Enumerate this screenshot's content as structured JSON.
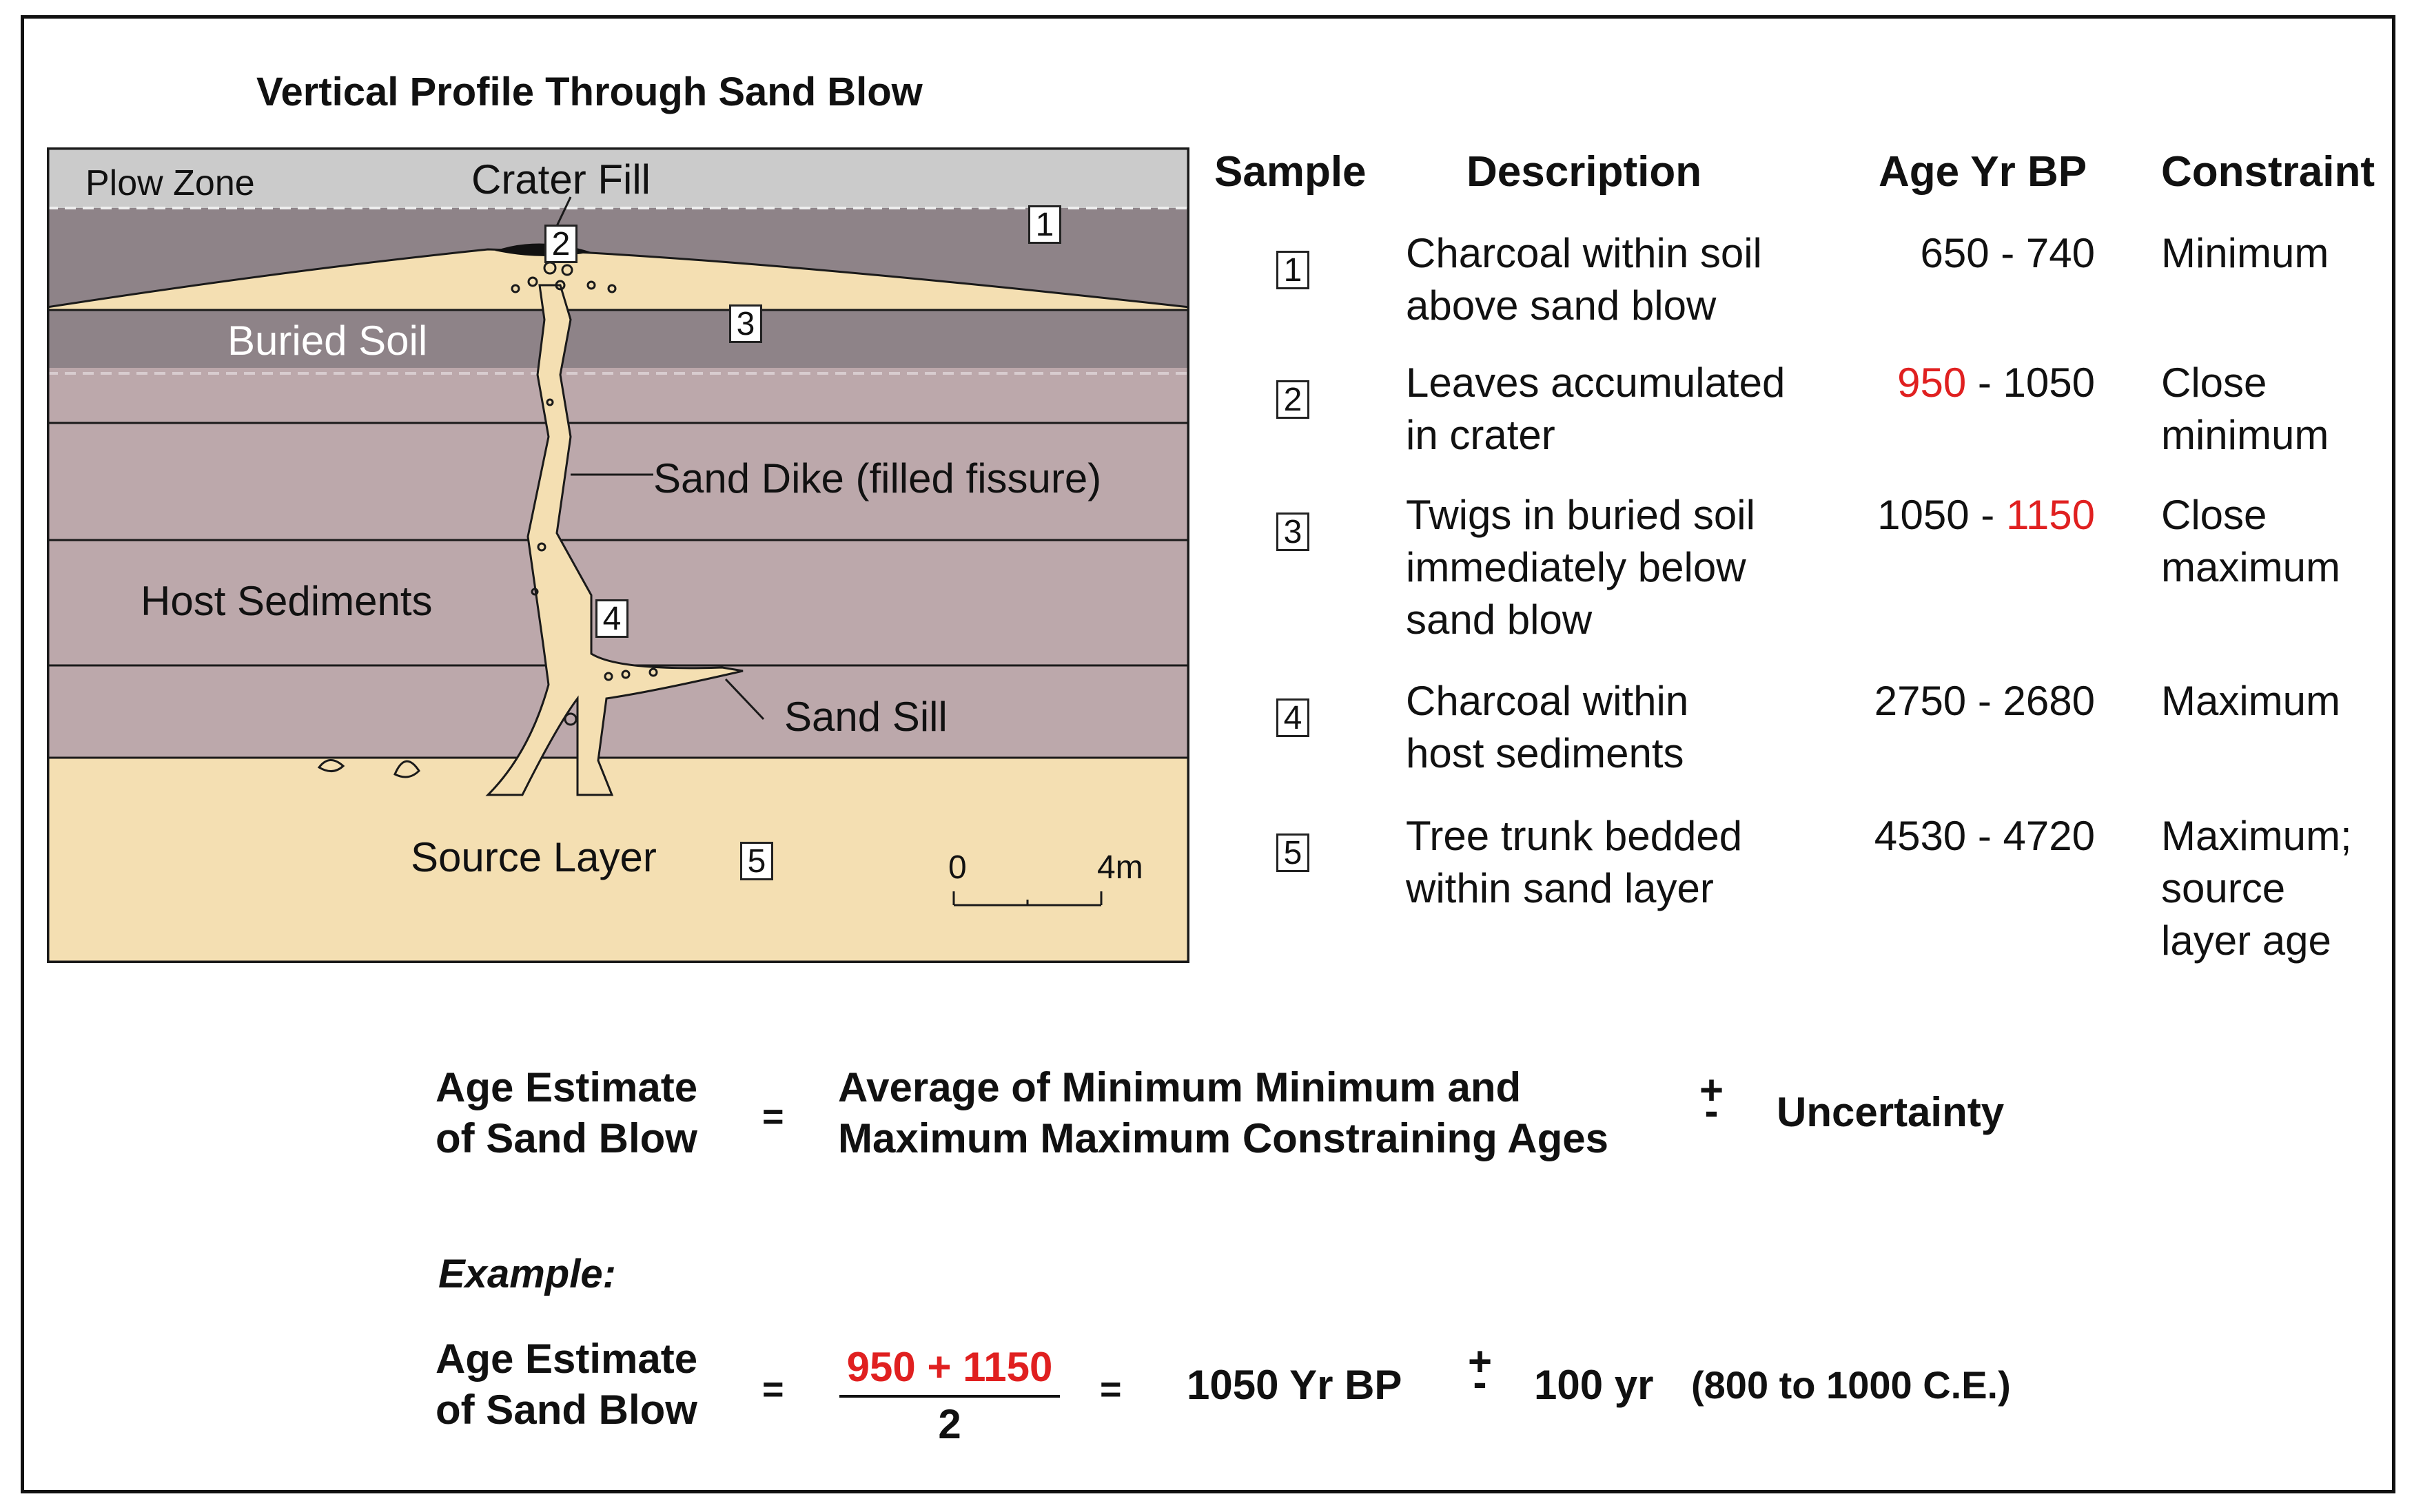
{
  "title": "Vertical Profile Through Sand Blow",
  "diagram": {
    "labels": {
      "plow_zone": "Plow Zone",
      "crater_fill": "Crater Fill",
      "buried_soil": "Buried  Soil",
      "sand_dike": "Sand Dike (filled fissure)",
      "host_sediments": "Host Sediments",
      "sand_sill": "Sand Sill",
      "source_layer": "Source Layer"
    },
    "sample_markers": [
      "1",
      "2",
      "3",
      "4",
      "5"
    ],
    "scale": {
      "start": "0",
      "end": "4m"
    },
    "colors": {
      "plow_zone": "#cbcbcb",
      "buried_soil": "#8e8388",
      "host_sediments": "#bca8ab",
      "sand": "#f4dfb2",
      "outline": "#1a1a1a"
    }
  },
  "table": {
    "headers": [
      "Sample",
      "Description",
      "Age Yr BP",
      "Constraint"
    ],
    "rows": [
      {
        "sample": "1",
        "description": [
          "Charcoal within soil",
          "above sand blow"
        ],
        "age_low": "650",
        "age_sep": " - ",
        "age_high": "740",
        "age_highlight": "none",
        "constraint": [
          "Minimum"
        ]
      },
      {
        "sample": "2",
        "description": [
          "Leaves accumulated",
          "in crater"
        ],
        "age_low": "950",
        "age_sep": " - ",
        "age_high": "1050",
        "age_highlight": "low",
        "constraint": [
          "Close",
          "minimum"
        ]
      },
      {
        "sample": "3",
        "description": [
          "Twigs in buried soil",
          "immediately below",
          "sand blow"
        ],
        "age_low": "1050",
        "age_sep": " - ",
        "age_high": "1150",
        "age_highlight": "high",
        "constraint": [
          "Close",
          "maximum"
        ]
      },
      {
        "sample": "4",
        "description": [
          "Charcoal within",
          "host sediments"
        ],
        "age_low": "2750",
        "age_sep": " - ",
        "age_high": "2680",
        "age_highlight": "none",
        "constraint": [
          "Maximum"
        ]
      },
      {
        "sample": "5",
        "description": [
          "Tree trunk bedded",
          "within sand layer"
        ],
        "age_low": "4530",
        "age_sep": " - ",
        "age_high": "4720",
        "age_highlight": "none",
        "constraint": [
          "Maximum;",
          "source",
          "layer age"
        ]
      }
    ],
    "highlight_color": "#e02020"
  },
  "formula": {
    "lhs": [
      "Age Estimate",
      "of Sand Blow"
    ],
    "equals": "=",
    "rhs": [
      "Average of Minimum Minimum and",
      "Maximum Maximum Constraining Ages"
    ],
    "plus": "+",
    "minus": "-",
    "uncertainty": "Uncertainty"
  },
  "example": {
    "label": "Example:",
    "lhs": [
      "Age Estimate",
      "of Sand Blow"
    ],
    "equals": "=",
    "numerator": "950 + 1150",
    "denominator": "2",
    "equals2": "=",
    "result": "1050 Yr BP",
    "plus": "+",
    "minus": "-",
    "uncertainty": "100 yr",
    "range": "(800 to 1000 C.E.)"
  }
}
